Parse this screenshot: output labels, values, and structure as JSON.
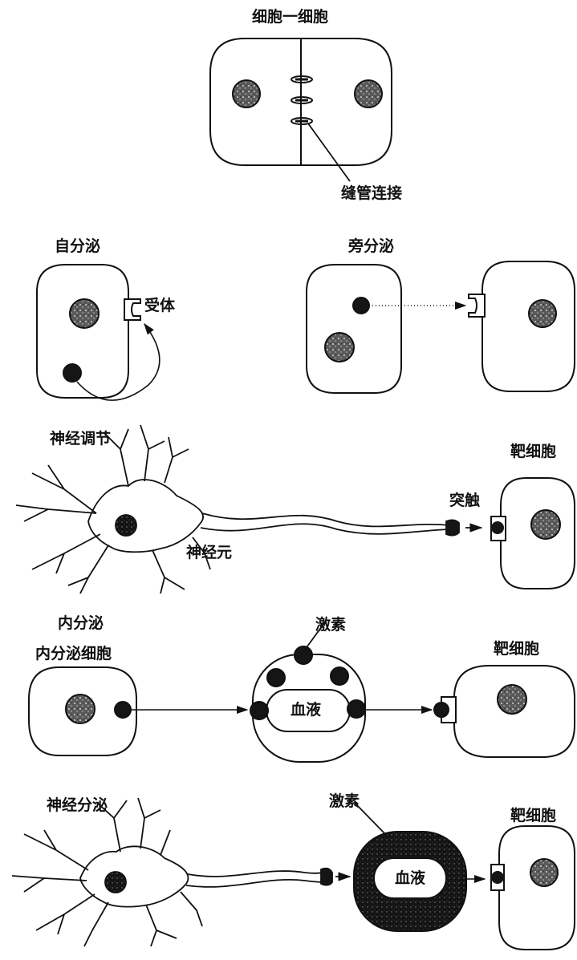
{
  "panels": {
    "gap_junction": {
      "title": "细胞一细胞",
      "gap_label": "缝管连接"
    },
    "autocrine": {
      "title": "自分泌",
      "receptor_label": "受体"
    },
    "paracrine": {
      "title": "旁分泌"
    },
    "neural": {
      "title": "神经调节",
      "target_label": "靶细胞",
      "synapse_label": "突触",
      "neuron_label": "神经元"
    },
    "endocrine": {
      "title": "内分泌",
      "cell_label": "内分泌细胞",
      "hormone_label": "激素",
      "blood_label": "血液",
      "target_label": "靶细胞"
    },
    "neuroendocrine": {
      "title": "神经分泌",
      "hormone_label": "激素",
      "blood_label": "血液",
      "target_label": "靶细胞"
    }
  },
  "colors": {
    "ink": "#111111",
    "nucleus": "#5e5e5e",
    "dark": "#151515"
  }
}
